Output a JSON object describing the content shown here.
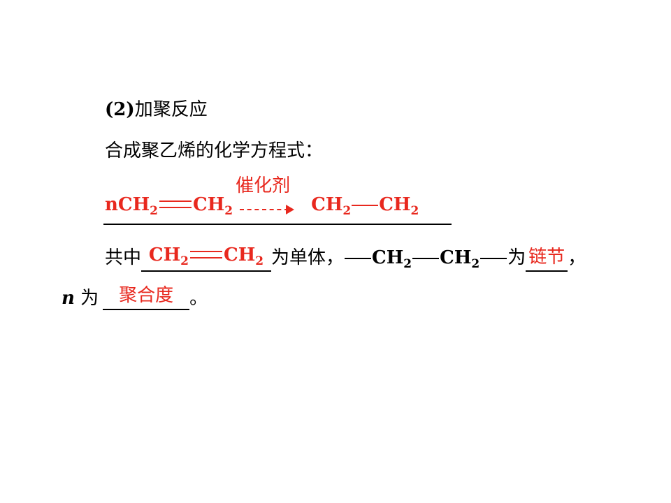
{
  "heading": {
    "number": "(2)",
    "title": "加聚反应"
  },
  "intro": "合成聚乙烯的化学方程式：",
  "equation": {
    "coef": "n",
    "reactant_left": "CH",
    "reactant_right": "CH",
    "subscript": "2",
    "catalyst": "催化剂",
    "product_left": "CH",
    "product_right": "CH"
  },
  "line3": {
    "prefix": "共中",
    "answer_monomer_left": "CH",
    "answer_monomer_right": "CH",
    "subscript": "2",
    "text_monomer": "为单体，",
    "unit_ch": "CH",
    "text_unit": "为",
    "answer_unit": "链节",
    "comma": "，"
  },
  "line4": {
    "n": "n",
    "text": " 为",
    "answer_degree": "聚合度",
    "period": "。"
  },
  "colors": {
    "answer": "#e8281e",
    "text": "#000000"
  }
}
